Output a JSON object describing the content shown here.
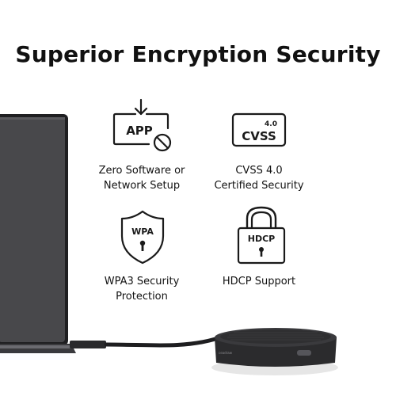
{
  "headline": "Superior Encryption Security",
  "features": [
    {
      "icon": "app-blocked-icon",
      "icon_text": "APP",
      "label_lines": [
        "Zero Software or",
        "Network Setup"
      ]
    },
    {
      "icon": "cvss-badge-icon",
      "icon_text": "CVSS",
      "icon_version": "4.0",
      "label_lines": [
        "CVSS 4.0",
        "Certified Security"
      ]
    },
    {
      "icon": "wpa-shield-icon",
      "icon_text": "WPA",
      "label_lines": [
        "WPA3 Security",
        "Protection"
      ]
    },
    {
      "icon": "hdcp-lock-icon",
      "icon_text": "HDCP",
      "label_lines": [
        "HDCP Support"
      ]
    }
  ],
  "product": {
    "brand_mark": "ceadraw"
  },
  "colors": {
    "background": "#ffffff",
    "icon_stroke": "#1a1a1a",
    "laptop_body": "#2b2b2d",
    "laptop_screen": "#4a4a4c",
    "hub_body": "#2e2e30"
  }
}
